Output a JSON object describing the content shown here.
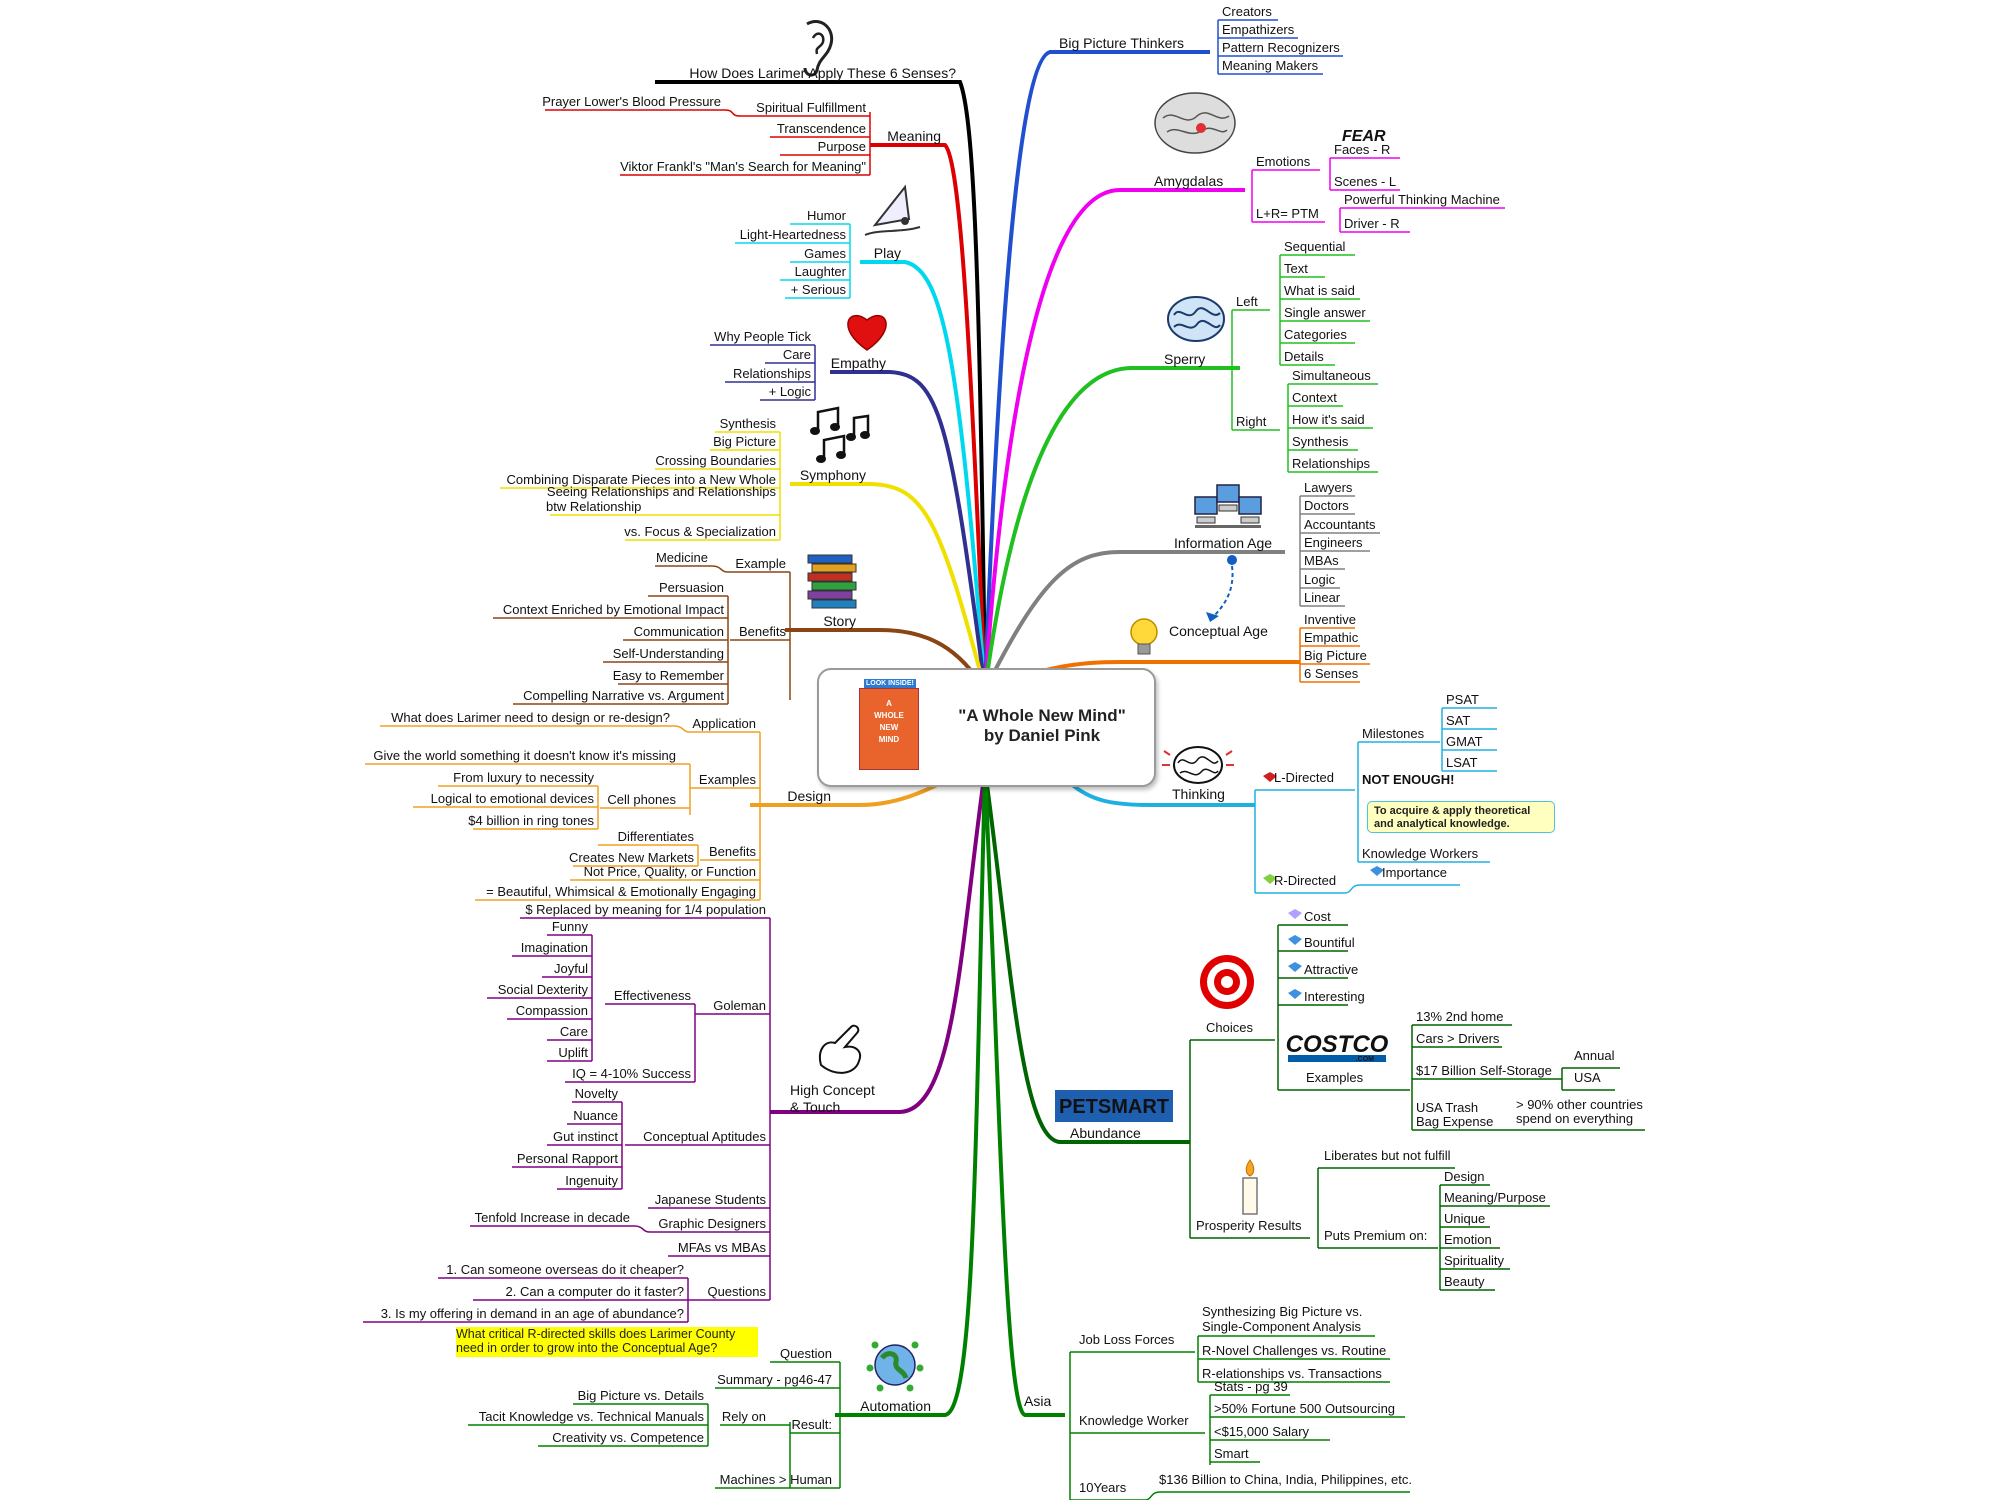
{
  "central": {
    "title_line1": "\"A Whole New Mind\"",
    "title_line2": "by Daniel Pink",
    "book": {
      "badge": "LOOK INSIDE!",
      "w1": "A",
      "w2": "WHOLE",
      "w3": "NEW",
      "w4": "MIND"
    }
  },
  "colors": {
    "senses": "#000000",
    "meaning": "#dd0000",
    "play": "#00d8f0",
    "empathy": "#303090",
    "symphony": "#f0e000",
    "story": "#8b4513",
    "design": "#f0a020",
    "high_concept": "#800080",
    "automation": "#008000",
    "asia": "#008000",
    "abundance": "#006400",
    "thinking": "#20b0e0",
    "conceptual_age": "#f07000",
    "information_age": "#808080",
    "sperry": "#20c020",
    "amygdalas": "#f000f0",
    "big_picture": "#2050d0"
  },
  "icons": [
    "ear-icon",
    "windsurfer-icon",
    "heart-icon",
    "music-notes-icon",
    "book-stack-icon",
    "pointing-hand-icon",
    "globe-people-icon",
    "brain-amygdala-icon",
    "brain-icon",
    "computers-icon",
    "lightbulb-icon",
    "brain-thinking-icon",
    "target-logo-icon",
    "costco-logo-icon",
    "petsmart-logo-icon",
    "candle-icon"
  ],
  "left": {
    "senses": {
      "label": "How Does Larimer Apply These 6 Senses?"
    },
    "meaning": {
      "label": "Meaning",
      "items": [
        "Spiritual Fulfillment",
        "Transcendence",
        "Purpose",
        "Viktor Frankl's \"Man's Search for Meaning\""
      ],
      "sub": "Prayer Lower's Blood Pressure"
    },
    "play": {
      "label": "Play",
      "items": [
        "Humor",
        "Light-Heartedness",
        "Games",
        "Laughter",
        "+ Serious"
      ]
    },
    "empathy": {
      "label": "Empathy",
      "items": [
        "Why People Tick",
        "Care",
        "Relationships",
        "+ Logic"
      ]
    },
    "symphony": {
      "label": "Symphony",
      "items": [
        "Synthesis",
        "Big Picture",
        "Crossing Boundaries",
        "Combining Disparate Pieces into a New Whole",
        "Seeing Relationships and Relationships",
        "btw Relationship",
        "vs. Focus & Specialization"
      ]
    },
    "story": {
      "label": "Story",
      "example_label": "Example",
      "example_items": [
        "Medicine"
      ],
      "benefits_label": "Benefits",
      "benefit_items": [
        "Persuasion",
        "Context Enriched by Emotional Impact",
        "Communication",
        "Self-Understanding",
        "Easy to Remember",
        "Compelling Narrative vs. Argument"
      ]
    },
    "design": {
      "label": "Design",
      "application_label": "Application",
      "application_items": [
        "What does Larimer need to design or re-design?"
      ],
      "examples_label": "Examples",
      "examples_items": [
        "Give the world something it doesn't know it's missing"
      ],
      "cellphones_label": "Cell phones",
      "cellphones_items": [
        "From luxury to necessity",
        "Logical to emotional devices",
        "$4 billion in ring tones"
      ],
      "benefits_label": "Benefits",
      "benefit_items": [
        "Differentiates",
        "Creates New Markets",
        "Not Price, Quality, or Function",
        "= Beautiful, Whimsical & Emotionally Engaging"
      ]
    },
    "high_concept": {
      "label_line1": "High Concept",
      "label_line2": "& Touch",
      "replaced": "$ Replaced by meaning for 1/4 population",
      "goleman_label": "Goleman",
      "effectiveness_label": "Effectiveness",
      "effectiveness_items": [
        "Funny",
        "Imagination",
        "Joyful",
        "Social Dexterity",
        "Compassion",
        "Care",
        "Uplift"
      ],
      "iq": "IQ = 4-10% Success",
      "aptitudes_label": "Conceptual Aptitudes",
      "aptitude_items": [
        "Novelty",
        "Nuance",
        "Gut instinct",
        "Personal Rapport",
        "Ingenuity"
      ],
      "japanese": "Japanese Students",
      "graphic_label": "Graphic Designers",
      "graphic_sub": "Tenfold Increase in decade",
      "mfas": "MFAs vs MBAs",
      "questions_label": "Questions",
      "question_items": [
        "1. Can someone overseas do it cheaper?",
        "2. Can a computer do it faster?",
        "3. Is my offering in demand in an age of abundance?"
      ]
    },
    "automation": {
      "label": "Automation",
      "question_label": "Question",
      "question_line1": "What critical R-directed skills does Larimer County",
      "question_line2": "need in order to grow into the Conceptual Age?",
      "summary": "Summary - pg46-47",
      "result_label": "Result:",
      "relyon_label": "Rely on",
      "relyon_items": [
        "Big Picture vs. Details",
        "Tacit Knowledge vs. Technical Manuals",
        "Creativity vs. Competence"
      ],
      "machines": "Machines > Human"
    }
  },
  "right": {
    "big_picture": {
      "label": "Big Picture Thinkers",
      "items": [
        "Creators",
        "Empathizers",
        "Pattern Recognizers",
        "Meaning Makers"
      ]
    },
    "amygdalas": {
      "label": "Amygdalas",
      "emotions_label": "Emotions",
      "fear": "FEAR",
      "emotion_items": [
        "Faces - R",
        "Scenes - L"
      ],
      "ptm_label": "L+R= PTM",
      "ptm_items": [
        "Powerful Thinking Machine",
        "Driver - R"
      ]
    },
    "sperry": {
      "label": "Sperry",
      "left_label": "Left",
      "left_items": [
        "Sequential",
        "Text",
        "What is said",
        "Single answer",
        "Categories",
        "Details"
      ],
      "right_label": "Right",
      "right_items": [
        "Simultaneous",
        "Context",
        "How it's said",
        "Synthesis",
        "Relationships"
      ]
    },
    "information_age": {
      "label": "Information Age",
      "items": [
        "Lawyers",
        "Doctors",
        "Accountants",
        "Engineers",
        "MBAs",
        "Logic",
        "Linear"
      ]
    },
    "conceptual_age": {
      "label": "Conceptual Age",
      "items": [
        "Inventive",
        "Empathic",
        "Big Picture",
        "6 Senses"
      ]
    },
    "thinking": {
      "label": "Thinking",
      "l_label": "L-Directed",
      "milestones_label": "Milestones",
      "milestone_items": [
        "PSAT",
        "SAT",
        "GMAT",
        "LSAT"
      ],
      "not_enough": "NOT ENOUGH!",
      "callout_line1": "To acquire & apply theoretical",
      "callout_line2": "and analytical knowledge.",
      "knowledge_workers": "Knowledge Workers",
      "r_label": "R-Directed",
      "importance": "Importance"
    },
    "abundance": {
      "label": "Abundance",
      "choices_label": "Choices",
      "choice_items": [
        "Cost",
        "Bountiful",
        "Attractive",
        "Interesting"
      ],
      "examples_label": "Examples",
      "example_items": [
        "13% 2nd home",
        "Cars > Drivers",
        "$17 Billion Self-Storage"
      ],
      "storage_items": [
        "Annual",
        "USA"
      ],
      "trash_line1": "USA Trash",
      "trash_line2": "Bag Expense",
      "trash_sub_line1": "> 90% other countries",
      "trash_sub_line2": "spend on everything",
      "prosperity_label": "Prosperity Results",
      "liberates": "Liberates but not fulfill",
      "premium_label": "Puts Premium on:",
      "premium_items": [
        "Design",
        "Meaning/Purpose",
        "Unique",
        "Emotion",
        "Spirituality",
        "Beauty"
      ],
      "costco_text": "COSTCO",
      "costco_sub": ".COM",
      "petsmart_text": "PETSMART"
    },
    "asia": {
      "label": "Asia",
      "jobloss_label": "Job Loss Forces",
      "jobloss_items": [
        "Synthesizing Big Picture vs.",
        "Single-Component Analysis",
        "R-Novel Challenges vs. Routine",
        "R-elationships vs. Transactions"
      ],
      "kw_label": "Knowledge Worker",
      "kw_items": [
        "Stats - pg 39",
        ">50% Fortune 500 Outsourcing",
        "<$15,000 Salary",
        "Smart"
      ],
      "years_label": "10Years",
      "years_sub": "$136 Billion to China, India, Philippines, etc."
    }
  }
}
